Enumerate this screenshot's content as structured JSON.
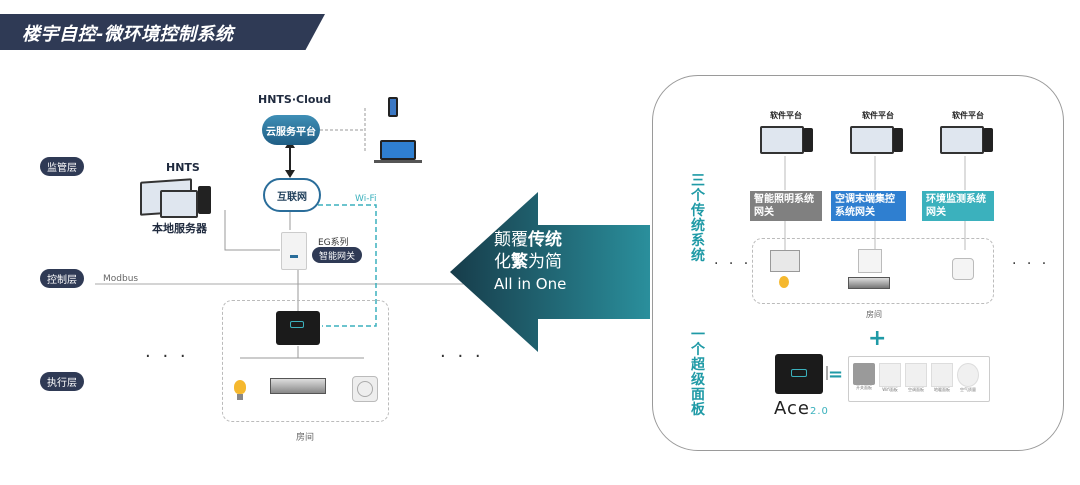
{
  "header": {
    "title": "楼宇自控-微环境控制系统"
  },
  "layers": {
    "monitor": "监管层",
    "control": "控制层",
    "execute": "执行层"
  },
  "left": {
    "cloud_title": "HNTS·Cloud",
    "cloud_label": "云服务平台",
    "internet_label": "互联网",
    "server_title": "HNTS",
    "server_label": "本地服务器",
    "wifi_label": "Wi-Fi",
    "gateway_series": "EG系列",
    "gateway_label": "智能网关",
    "bus_label": "Modbus",
    "room_label": "房间",
    "ellipsis_left": "· · ·",
    "ellipsis_right": "· · ·"
  },
  "arrow": {
    "line1_a": "颠覆",
    "line1_b": "传统",
    "line2_a": "化",
    "line2_b": "繁",
    "line2_c": "为简",
    "line3": "All in One"
  },
  "right": {
    "three_title": "三个传统系统",
    "one_title": "一个超级面板",
    "software_labels": [
      "软件平台",
      "软件平台",
      "软件平台"
    ],
    "gateways": [
      {
        "label": "智能照明系统网关",
        "color": "#808080"
      },
      {
        "label": "空调末端集控系统网关",
        "color": "#2f7fd0"
      },
      {
        "label": "环境监测系统网关",
        "color": "#3bb1bd"
      }
    ],
    "room_label": "房间",
    "ellipsis_left": "· · ·",
    "ellipsis_right": "· · ·",
    "plus": "+",
    "equals": "=",
    "brand": "Ace",
    "brand_suffix": "2.0",
    "panel_tiles": [
      "开关面板",
      "Wifi面板",
      "空调面板",
      "地暖面板",
      "空气质量"
    ]
  },
  "colors": {
    "navy": "#2f3a55",
    "teal": "#1f9aa6",
    "arrow": "#1c5f70"
  }
}
